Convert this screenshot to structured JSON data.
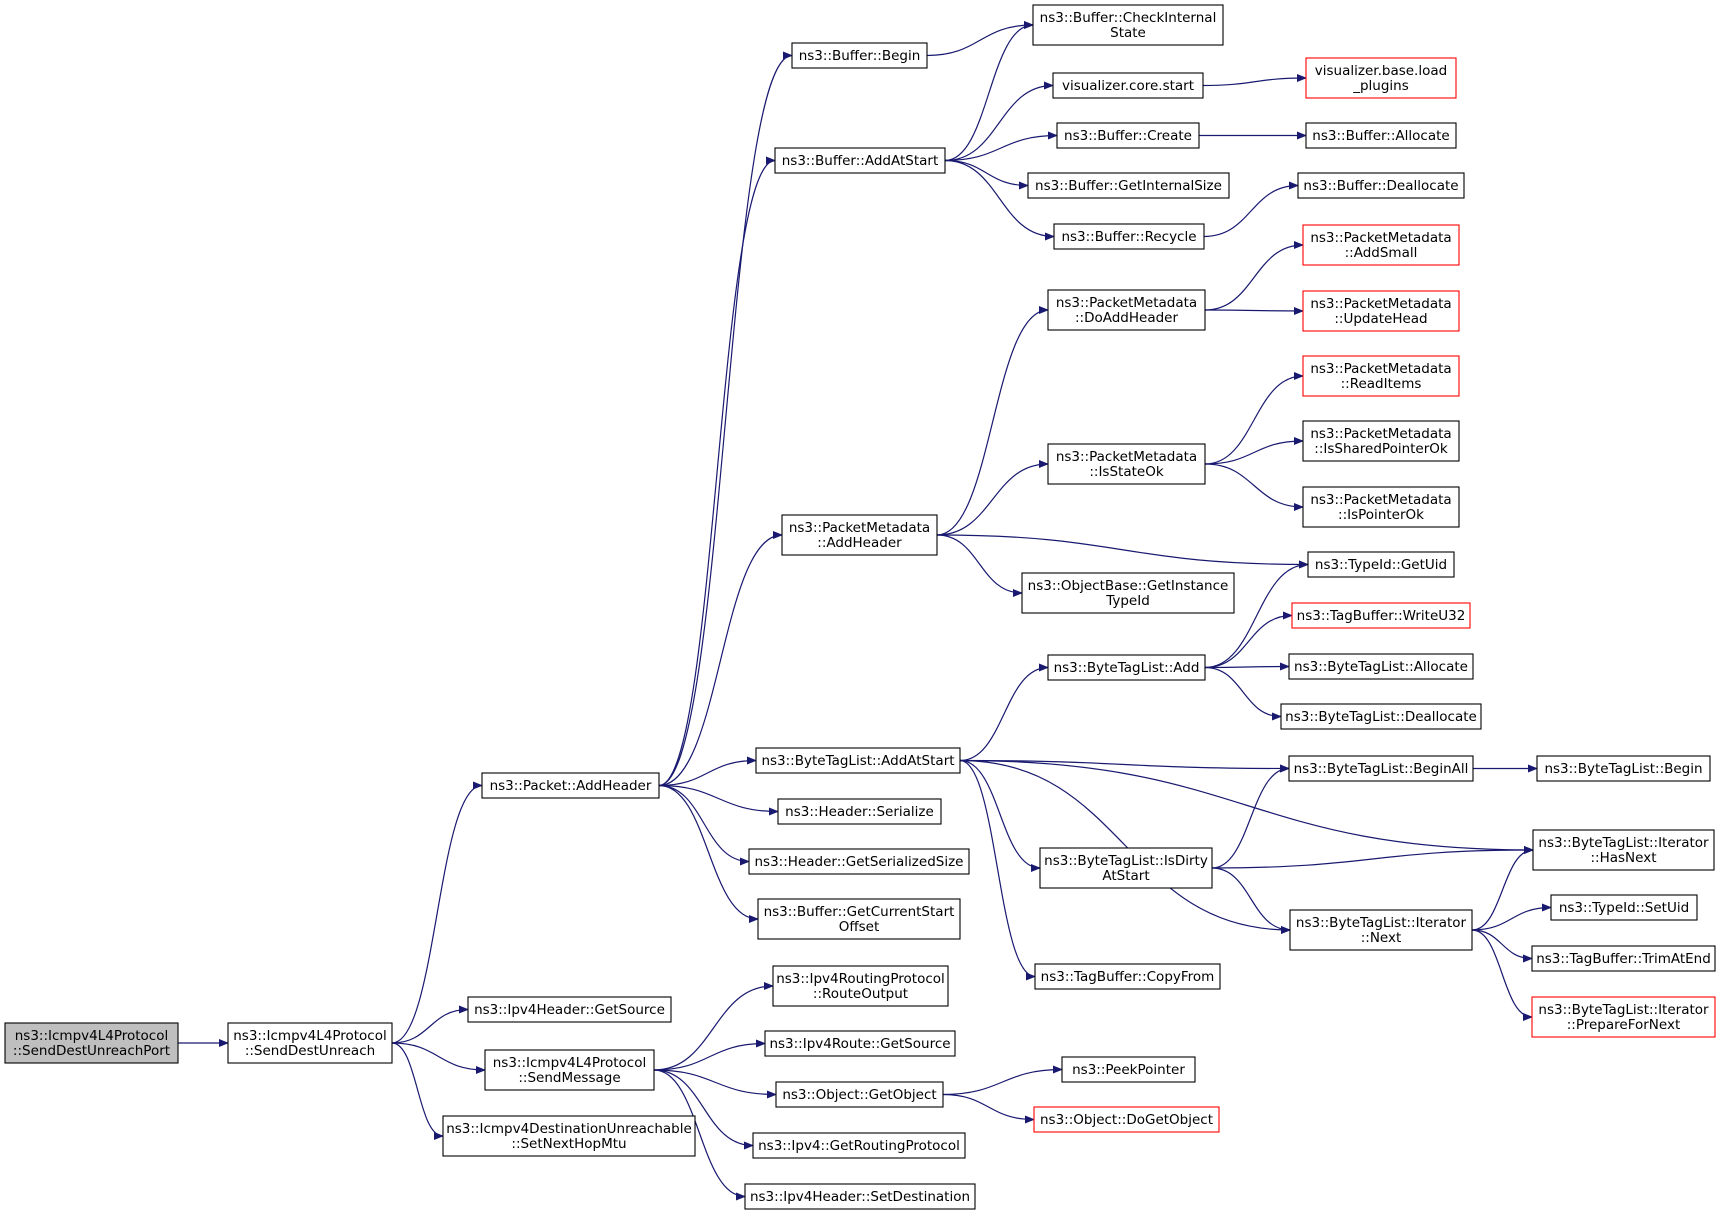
{
  "diagram": {
    "type": "call-graph",
    "colors": {
      "edge": "#191970",
      "node_border": "#000000",
      "node_border_undocumented": "#ff0000",
      "root_fill": "#bfbfbf",
      "background": "#ffffff"
    },
    "nodes": [
      {
        "id": "n0",
        "lines": [
          "ns3::Icmpv4L4Protocol",
          "::SendDestUnreachPort"
        ],
        "style": "root"
      },
      {
        "id": "n1",
        "lines": [
          "ns3::Icmpv4L4Protocol",
          "::SendDestUnreach"
        ],
        "style": "normal"
      },
      {
        "id": "n2",
        "lines": [
          "ns3::Packet::AddHeader"
        ],
        "style": "normal"
      },
      {
        "id": "n3",
        "lines": [
          "ns3::Ipv4Header::GetSource"
        ],
        "style": "normal"
      },
      {
        "id": "n4",
        "lines": [
          "ns3::Icmpv4L4Protocol",
          "::SendMessage"
        ],
        "style": "normal"
      },
      {
        "id": "n5",
        "lines": [
          "ns3::Icmpv4DestinationUnreachable",
          "::SetNextHopMtu"
        ],
        "style": "normal"
      },
      {
        "id": "n6",
        "lines": [
          "ns3::Buffer::Begin"
        ],
        "style": "normal"
      },
      {
        "id": "n7",
        "lines": [
          "ns3::Buffer::AddAtStart"
        ],
        "style": "normal"
      },
      {
        "id": "n8",
        "lines": [
          "ns3::PacketMetadata",
          "::AddHeader"
        ],
        "style": "normal"
      },
      {
        "id": "n9",
        "lines": [
          "ns3::ByteTagList::AddAtStart"
        ],
        "style": "normal"
      },
      {
        "id": "n10",
        "lines": [
          "ns3::Header::Serialize"
        ],
        "style": "normal"
      },
      {
        "id": "n11",
        "lines": [
          "ns3::Header::GetSerializedSize"
        ],
        "style": "normal"
      },
      {
        "id": "n12",
        "lines": [
          "ns3::Buffer::GetCurrentStart",
          "Offset"
        ],
        "style": "normal"
      },
      {
        "id": "n13",
        "lines": [
          "ns3::Ipv4RoutingProtocol",
          "::RouteOutput"
        ],
        "style": "normal"
      },
      {
        "id": "n14",
        "lines": [
          "ns3::Ipv4Route::GetSource"
        ],
        "style": "normal"
      },
      {
        "id": "n15",
        "lines": [
          "ns3::Object::GetObject"
        ],
        "style": "normal"
      },
      {
        "id": "n16",
        "lines": [
          "ns3::Ipv4::GetRoutingProtocol"
        ],
        "style": "normal"
      },
      {
        "id": "n17",
        "lines": [
          "ns3::Ipv4Header::SetDestination"
        ],
        "style": "normal"
      },
      {
        "id": "n18",
        "lines": [
          "ns3::Buffer::CheckInternal",
          "State"
        ],
        "style": "normal"
      },
      {
        "id": "n19",
        "lines": [
          "visualizer.core.start"
        ],
        "style": "normal"
      },
      {
        "id": "n20",
        "lines": [
          "ns3::Buffer::Create"
        ],
        "style": "normal"
      },
      {
        "id": "n21",
        "lines": [
          "ns3::Buffer::GetInternalSize"
        ],
        "style": "normal"
      },
      {
        "id": "n22",
        "lines": [
          "ns3::Buffer::Recycle"
        ],
        "style": "normal"
      },
      {
        "id": "n23",
        "lines": [
          "ns3::PacketMetadata",
          "::DoAddHeader"
        ],
        "style": "normal"
      },
      {
        "id": "n24",
        "lines": [
          "ns3::PacketMetadata",
          "::IsStateOk"
        ],
        "style": "normal"
      },
      {
        "id": "n25",
        "lines": [
          "ns3::ObjectBase::GetInstance",
          "TypeId"
        ],
        "style": "normal"
      },
      {
        "id": "n26",
        "lines": [
          "ns3::ByteTagList::Add"
        ],
        "style": "normal"
      },
      {
        "id": "n27",
        "lines": [
          "ns3::ByteTagList::IsDirty",
          "AtStart"
        ],
        "style": "normal"
      },
      {
        "id": "n28",
        "lines": [
          "ns3::TagBuffer::CopyFrom"
        ],
        "style": "normal"
      },
      {
        "id": "n29",
        "lines": [
          "ns3::PeekPointer"
        ],
        "style": "normal"
      },
      {
        "id": "n30",
        "lines": [
          "ns3::Object::DoGetObject"
        ],
        "style": "red"
      },
      {
        "id": "n31",
        "lines": [
          "visualizer.base.load",
          "_plugins"
        ],
        "style": "red"
      },
      {
        "id": "n32",
        "lines": [
          "ns3::Buffer::Allocate"
        ],
        "style": "normal"
      },
      {
        "id": "n33",
        "lines": [
          "ns3::Buffer::Deallocate"
        ],
        "style": "normal"
      },
      {
        "id": "n34",
        "lines": [
          "ns3::PacketMetadata",
          "::AddSmall"
        ],
        "style": "red"
      },
      {
        "id": "n35",
        "lines": [
          "ns3::PacketMetadata",
          "::UpdateHead"
        ],
        "style": "red"
      },
      {
        "id": "n36",
        "lines": [
          "ns3::PacketMetadata",
          "::ReadItems"
        ],
        "style": "red"
      },
      {
        "id": "n37",
        "lines": [
          "ns3::PacketMetadata",
          "::IsSharedPointerOk"
        ],
        "style": "normal"
      },
      {
        "id": "n38",
        "lines": [
          "ns3::PacketMetadata",
          "::IsPointerOk"
        ],
        "style": "normal"
      },
      {
        "id": "n39",
        "lines": [
          "ns3::TypeId::GetUid"
        ],
        "style": "normal"
      },
      {
        "id": "n40",
        "lines": [
          "ns3::TagBuffer::WriteU32"
        ],
        "style": "red"
      },
      {
        "id": "n41",
        "lines": [
          "ns3::ByteTagList::Allocate"
        ],
        "style": "normal"
      },
      {
        "id": "n42",
        "lines": [
          "ns3::ByteTagList::Deallocate"
        ],
        "style": "normal"
      },
      {
        "id": "n43",
        "lines": [
          "ns3::ByteTagList::BeginAll"
        ],
        "style": "normal"
      },
      {
        "id": "n44",
        "lines": [
          "ns3::ByteTagList::Iterator",
          "::Next"
        ],
        "style": "normal"
      },
      {
        "id": "n45",
        "lines": [
          "ns3::ByteTagList::Begin"
        ],
        "style": "normal"
      },
      {
        "id": "n46",
        "lines": [
          "ns3::ByteTagList::Iterator",
          "::HasNext"
        ],
        "style": "normal"
      },
      {
        "id": "n47",
        "lines": [
          "ns3::TypeId::SetUid"
        ],
        "style": "normal"
      },
      {
        "id": "n48",
        "lines": [
          "ns3::TagBuffer::TrimAtEnd"
        ],
        "style": "normal"
      },
      {
        "id": "n49",
        "lines": [
          "ns3::ByteTagList::Iterator",
          "::PrepareForNext"
        ],
        "style": "red"
      }
    ],
    "edges": [
      {
        "from": "n0",
        "to": "n1"
      },
      {
        "from": "n1",
        "to": "n2"
      },
      {
        "from": "n1",
        "to": "n3"
      },
      {
        "from": "n1",
        "to": "n4"
      },
      {
        "from": "n1",
        "to": "n5"
      },
      {
        "from": "n2",
        "to": "n6"
      },
      {
        "from": "n2",
        "to": "n7"
      },
      {
        "from": "n2",
        "to": "n8"
      },
      {
        "from": "n2",
        "to": "n9"
      },
      {
        "from": "n2",
        "to": "n10"
      },
      {
        "from": "n2",
        "to": "n11"
      },
      {
        "from": "n2",
        "to": "n12"
      },
      {
        "from": "n4",
        "to": "n13"
      },
      {
        "from": "n4",
        "to": "n14"
      },
      {
        "from": "n4",
        "to": "n15"
      },
      {
        "from": "n4",
        "to": "n16"
      },
      {
        "from": "n4",
        "to": "n17"
      },
      {
        "from": "n6",
        "to": "n18"
      },
      {
        "from": "n7",
        "to": "n18"
      },
      {
        "from": "n7",
        "to": "n19"
      },
      {
        "from": "n7",
        "to": "n20"
      },
      {
        "from": "n7",
        "to": "n21"
      },
      {
        "from": "n7",
        "to": "n22"
      },
      {
        "from": "n8",
        "to": "n23"
      },
      {
        "from": "n8",
        "to": "n24"
      },
      {
        "from": "n8",
        "to": "n39"
      },
      {
        "from": "n8",
        "to": "n25"
      },
      {
        "from": "n9",
        "to": "n26"
      },
      {
        "from": "n9",
        "to": "n43"
      },
      {
        "from": "n9",
        "to": "n46"
      },
      {
        "from": "n9",
        "to": "n27"
      },
      {
        "from": "n9",
        "to": "n44"
      },
      {
        "from": "n9",
        "to": "n28"
      },
      {
        "from": "n15",
        "to": "n29"
      },
      {
        "from": "n15",
        "to": "n30"
      },
      {
        "from": "n19",
        "to": "n31"
      },
      {
        "from": "n20",
        "to": "n32"
      },
      {
        "from": "n22",
        "to": "n33"
      },
      {
        "from": "n23",
        "to": "n34"
      },
      {
        "from": "n23",
        "to": "n35"
      },
      {
        "from": "n24",
        "to": "n36"
      },
      {
        "from": "n24",
        "to": "n37"
      },
      {
        "from": "n24",
        "to": "n38"
      },
      {
        "from": "n26",
        "to": "n39"
      },
      {
        "from": "n26",
        "to": "n40"
      },
      {
        "from": "n26",
        "to": "n41"
      },
      {
        "from": "n26",
        "to": "n42"
      },
      {
        "from": "n27",
        "to": "n43"
      },
      {
        "from": "n27",
        "to": "n46"
      },
      {
        "from": "n27",
        "to": "n44"
      },
      {
        "from": "n43",
        "to": "n45"
      },
      {
        "from": "n44",
        "to": "n46"
      },
      {
        "from": "n44",
        "to": "n47"
      },
      {
        "from": "n44",
        "to": "n48"
      },
      {
        "from": "n44",
        "to": "n49"
      }
    ]
  }
}
